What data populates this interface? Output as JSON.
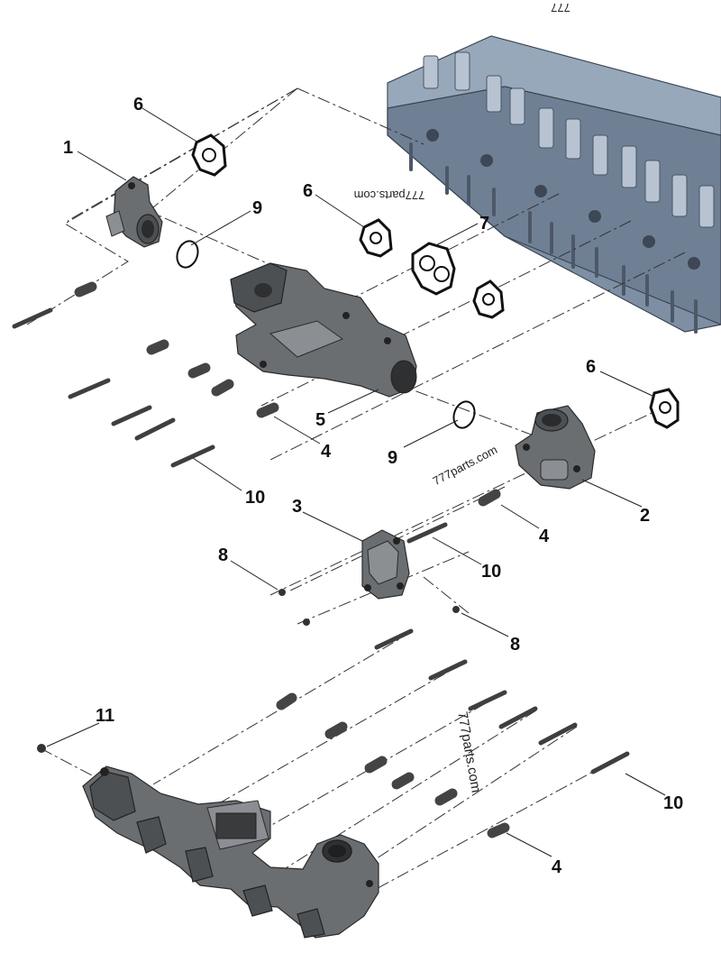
{
  "callouts": {
    "c1": "1",
    "c2": "2",
    "c3": "3",
    "c4a": "4",
    "c4b": "4",
    "c4c": "4",
    "c5": "5",
    "c6a": "6",
    "c6b": "6",
    "c6c": "6",
    "c7": "7",
    "c8a": "8",
    "c8b": "8",
    "c9a": "9",
    "c9b": "9",
    "c10a": "10",
    "c10b": "10",
    "c10c": "10",
    "c11": "11"
  },
  "watermarks": {
    "w1": "777parts.com",
    "w2": "777parts.com",
    "w3": "777parts.com",
    "w4": "777"
  },
  "colors": {
    "part_metal": "#6b6e71",
    "cylinder_head": "#7f8fa3",
    "gasket_outline": "#111111",
    "background": "#ffffff"
  }
}
